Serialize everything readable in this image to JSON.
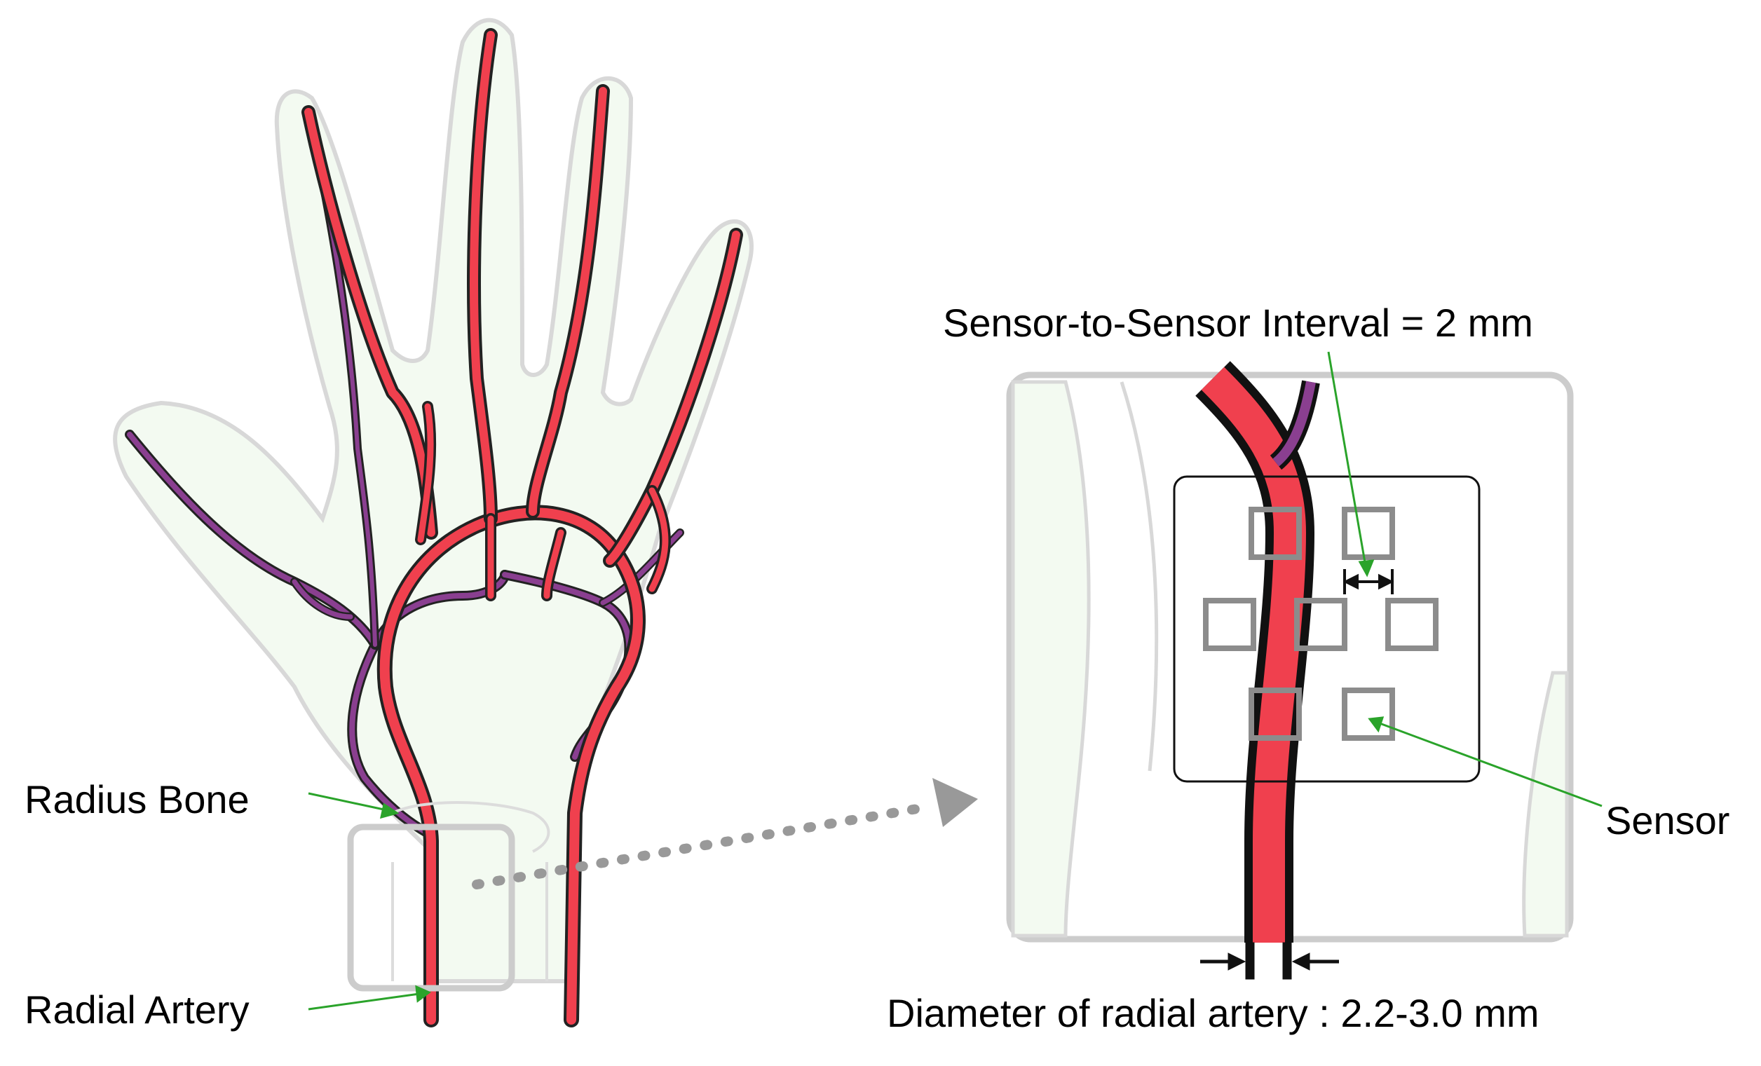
{
  "labels": {
    "radius_bone": "Radius Bone",
    "radial_artery": "Radial Artery",
    "sensor_interval": "Sensor-to-Sensor Interval = 2 mm",
    "sensor": "Sensor",
    "diameter": "Diameter of radial artery :  2.2-3.0 mm"
  },
  "colors": {
    "artery_red": "#f0404e",
    "vein_purple": "#8a3f90",
    "skin_fill": "#f3faf1",
    "skin_outline": "#d8d8d8",
    "frame_gray": "#cccccc",
    "sensor_gray": "#8c8c8c",
    "pointer_green": "#2aa32a",
    "dotted_arrow_gray": "#999999"
  },
  "sensors": {
    "count": 7
  }
}
